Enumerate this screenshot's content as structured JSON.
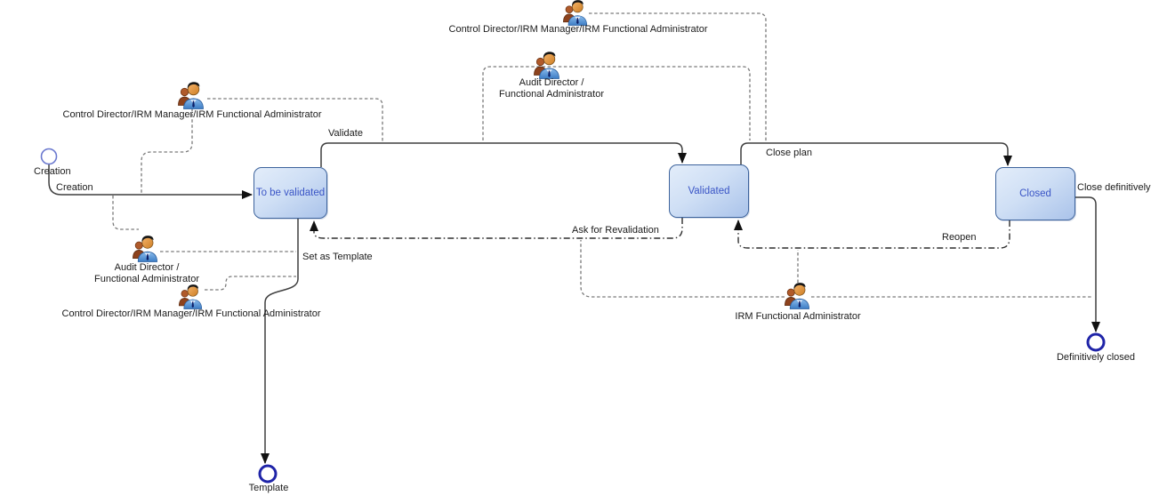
{
  "diagram_type": "workflow-state-diagram",
  "states": {
    "to_be_validated": {
      "label": "To be validated"
    },
    "validated": {
      "label": "Validated"
    },
    "closed": {
      "label": "Closed"
    }
  },
  "events": {
    "creation": {
      "label": "Creation",
      "kind": "start"
    },
    "template": {
      "label": "Template",
      "kind": "end"
    },
    "definitively_closed": {
      "label": "Definitively closed",
      "kind": "end"
    }
  },
  "transitions": {
    "creation": {
      "label": "Creation",
      "from": "creation-start-event",
      "to": "to_be_validated"
    },
    "validate": {
      "label": "Validate",
      "from": "to_be_validated",
      "to": "validated"
    },
    "close_plan": {
      "label": "Close plan",
      "from": "validated",
      "to": "closed"
    },
    "close_definitively": {
      "label": "Close definitively",
      "from": "closed",
      "to": "definitively_closed"
    },
    "ask_for_revalidation": {
      "label": "Ask for Revalidation",
      "from": "validated",
      "to": "to_be_validated"
    },
    "reopen": {
      "label": "Reopen",
      "from": "closed",
      "to": "validated"
    },
    "set_as_template": {
      "label": "Set as Template",
      "from": "to_be_validated",
      "to": "template"
    }
  },
  "actors": {
    "top_control": {
      "label": "Control Director/IRM Manager/IRM Functional Administrator"
    },
    "top_audit": {
      "line1": "Audit Director /",
      "line2": "Functional Administrator"
    },
    "left_control": {
      "label": "Control Director/IRM Manager/IRM Functional Administrator"
    },
    "left_audit": {
      "line1": "Audit Director /",
      "line2": "Functional Administrator"
    },
    "bottom_control": {
      "label": "Control Director/IRM Manager/IRM Functional Administrator"
    },
    "irm": {
      "label": "IRM Functional Administrator"
    }
  },
  "colors": {
    "state_fill_top": "#e3edfa",
    "state_fill_bottom": "#aac3ea",
    "state_border": "#3d639c",
    "state_text": "#3a55c6",
    "start_event_stroke": "#6b79cf",
    "end_event_stroke": "#1f24a8",
    "flow_line": "#3f3f3f",
    "association_line": "#7a7a7a",
    "background": "#ffffff"
  }
}
